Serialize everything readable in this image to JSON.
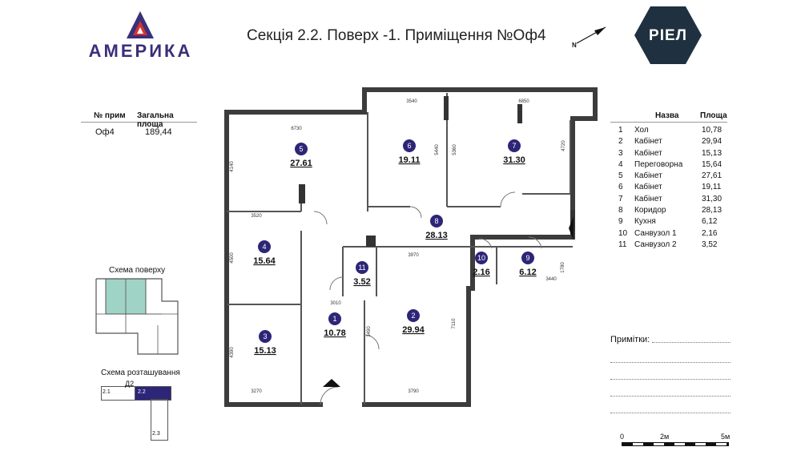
{
  "brand": {
    "name": "АМЕРИКА"
  },
  "developer": {
    "name": "РІЕЛ"
  },
  "title": "Секція 2.2. Поверх -1. Приміщення №Оф4",
  "compass": {
    "label": "N"
  },
  "summary": {
    "headers": [
      "№ прим",
      "Загальна площа"
    ],
    "row": [
      "Оф4",
      "189,44"
    ]
  },
  "rooms_table": {
    "headers": [
      "Назва",
      "Площа"
    ],
    "rows": [
      {
        "n": "1",
        "name": "Хол",
        "area": "10,78"
      },
      {
        "n": "2",
        "name": "Кабінет",
        "area": "29,94"
      },
      {
        "n": "3",
        "name": "Кабінет",
        "area": "15,13"
      },
      {
        "n": "4",
        "name": "Переговорна",
        "area": "15,64"
      },
      {
        "n": "5",
        "name": "Кабінет",
        "area": "27,61"
      },
      {
        "n": "6",
        "name": "Кабінет",
        "area": "19,11"
      },
      {
        "n": "7",
        "name": "Кабінет",
        "area": "31,30"
      },
      {
        "n": "8",
        "name": "Коридор",
        "area": "28,13"
      },
      {
        "n": "9",
        "name": "Кухня",
        "area": "6,12"
      },
      {
        "n": "10",
        "name": "Санвузол 1",
        "area": "2,16"
      },
      {
        "n": "11",
        "name": "Санвузол 2",
        "area": "3,52"
      }
    ]
  },
  "plan_rooms": [
    {
      "n": "5",
      "area": "27.61"
    },
    {
      "n": "6",
      "area": "19.11"
    },
    {
      "n": "7",
      "area": "31.30"
    },
    {
      "n": "4",
      "area": "15.64"
    },
    {
      "n": "8",
      "area": "28.13"
    },
    {
      "n": "11",
      "area": "3.52"
    },
    {
      "n": "10",
      "area": "2.16"
    },
    {
      "n": "9",
      "area": "6.12"
    },
    {
      "n": "1",
      "area": "10.78"
    },
    {
      "n": "2",
      "area": "29.94"
    },
    {
      "n": "3",
      "area": "15.13"
    }
  ],
  "dimensions": [
    "6730",
    "3540",
    "6850",
    "3520",
    "3970",
    "3010",
    "3270",
    "3790",
    "3440",
    "4140",
    "5440",
    "5360",
    "4720",
    "4500",
    "4390",
    "3490",
    "7110",
    "1780"
  ],
  "floor_scheme_label": "Схема поверху",
  "location_scheme": {
    "label": "Схема розташування",
    "tags": [
      "Д2",
      "2.1",
      "2.2",
      "2.3"
    ]
  },
  "notes": {
    "label": "Примітки:"
  },
  "scale": {
    "labels": [
      "0",
      "2м",
      "5м"
    ]
  },
  "colors": {
    "brand": "#3a2f7a",
    "accent": "#d6322f",
    "marker": "#2d2577",
    "developer": "#1f3140",
    "highlight": "#9fd3c5"
  }
}
